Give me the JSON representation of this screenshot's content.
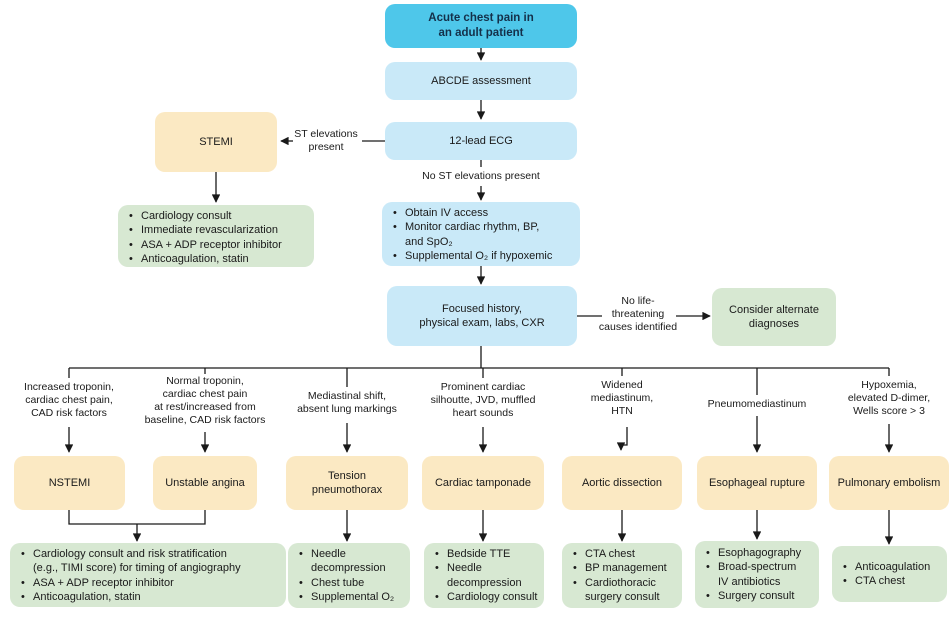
{
  "colors": {
    "accent_blue": "#4ec7ea",
    "light_blue": "#c9e9f8",
    "yellow": "#fbe9c3",
    "green": "#d7e8d2",
    "line": "#1a1a1a",
    "text": "#1a1a1a",
    "title_text": "#14304a"
  },
  "nodes": {
    "start": {
      "label": "Acute chest pain in\nan adult patient"
    },
    "abcde": {
      "label": "ABCDE assessment"
    },
    "ecg": {
      "label": "12-lead ECG"
    },
    "stemi": {
      "label": "STEMI"
    },
    "stemi_actions": {
      "bullets": [
        "Cardiology consult",
        "Immediate revascularization",
        "ASA + ADP receptor inhibitor",
        "Anticoagulation, statin"
      ]
    },
    "initial_actions": {
      "bullets": [
        "Obtain IV access",
        "Monitor cardiac rhythm, BP,\nand SpO₂",
        "Supplemental O₂ if hypoxemic"
      ]
    },
    "workup": {
      "label": "Focused history,\nphysical exam, labs, CXR"
    },
    "alternate_dx": {
      "label": "Consider alternate\ndiagnoses"
    }
  },
  "edge_labels": {
    "st_elevations": "ST elevations\npresent",
    "no_st_elevations": "No ST elevations present",
    "no_life_threatening": "No life-\nthreatening\ncauses identified"
  },
  "branches": [
    {
      "criteria": "Increased troponin,\ncardiac chest pain,\nCAD risk factors",
      "diagnosis": "NSTEMI"
    },
    {
      "criteria": "Normal troponin,\ncardiac chest pain\nat rest/increased from\nbaseline, CAD risk factors",
      "diagnosis": "Unstable angina"
    },
    {
      "criteria": "Mediastinal shift,\nabsent lung markings",
      "diagnosis": "Tension\npneumothorax"
    },
    {
      "criteria": "Prominent cardiac\nsilhoutte, JVD, muffled\nheart sounds",
      "diagnosis": "Cardiac tamponade"
    },
    {
      "criteria": "Widened\nmediastinum,\nHTN",
      "diagnosis": "Aortic dissection"
    },
    {
      "criteria": "Pneumomediastinum",
      "diagnosis": "Esophageal rupture"
    },
    {
      "criteria": "Hypoxemia,\nelevated D-dimer,\nWells score > 3",
      "diagnosis": "Pulmonary embolism"
    }
  ],
  "outcomes": [
    {
      "bullets": [
        "Cardiology consult and risk stratification\n(e.g., TIMI score) for timing of angiography",
        "ASA + ADP receptor inhibitor",
        "Anticoagulation, statin"
      ]
    },
    {
      "bullets": [
        "Needle\ndecompression",
        "Chest tube",
        "Supplemental O₂"
      ]
    },
    {
      "bullets": [
        "Bedside TTE",
        "Needle\ndecompression",
        "Cardiology consult"
      ]
    },
    {
      "bullets": [
        "CTA chest",
        "BP management",
        "Cardiothoracic\nsurgery consult"
      ]
    },
    {
      "bullets": [
        "Esophagography",
        "Broad-spectrum\nIV antibiotics",
        "Surgery consult"
      ]
    },
    {
      "bullets": [
        "Anticoagulation",
        "CTA chest"
      ]
    }
  ]
}
